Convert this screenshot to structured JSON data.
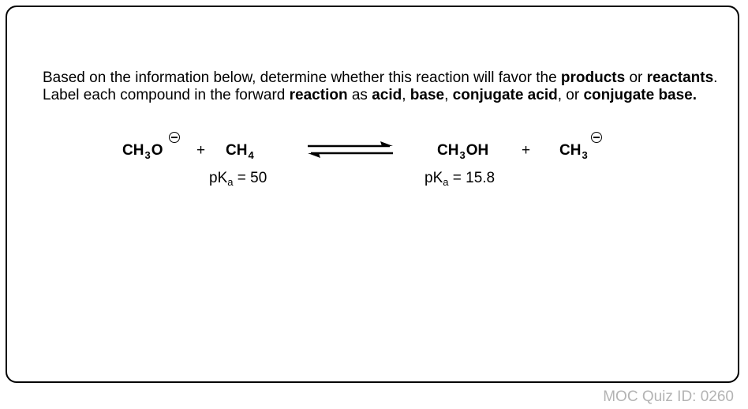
{
  "question": {
    "p1": "Based on the information below, determine whether this reaction will favor the ",
    "b1": "products",
    "p2": " or ",
    "b2": "reactants",
    "p3": ".  Label each compound in the forward ",
    "b3": "reaction",
    "p4": " as ",
    "b4": "acid",
    "p5": ", ",
    "b5": "base",
    "p6": ", ",
    "b6": "conjugate acid",
    "p7": ", or ",
    "b7": "conjugate base."
  },
  "reaction": {
    "r1": {
      "pre": "CH",
      "sub": "3",
      "post": "O"
    },
    "r2": {
      "pre": "CH",
      "sub": "4",
      "post": ""
    },
    "p1": {
      "pre": "CH",
      "sub": "3",
      "post": "OH"
    },
    "p2": {
      "pre": "CH",
      "sub": "3",
      "post": ""
    },
    "plus": "+",
    "pka_left": {
      "p": "pK",
      "sub": "a",
      "rest": " = 50"
    },
    "pka_right": {
      "p": "pK",
      "sub": "a",
      "rest": " = 15.8"
    }
  },
  "footer": {
    "quiz_id": "MOC Quiz ID: 0260"
  }
}
